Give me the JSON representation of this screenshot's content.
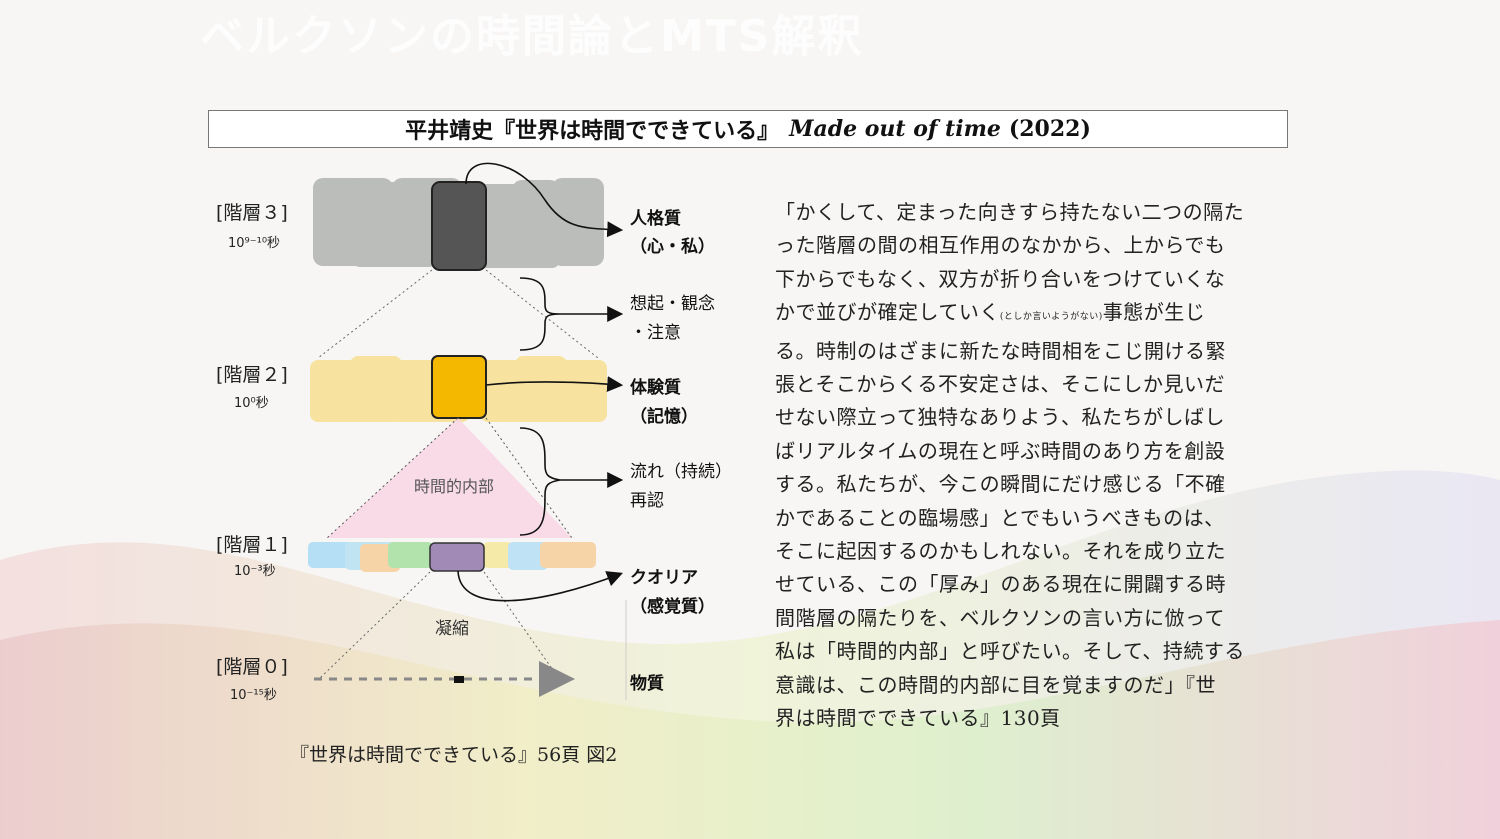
{
  "slide_title": "ベルクソンの時間論とMTS解釈",
  "book_title": {
    "jp": "平井靖史『世界は時間でできている』",
    "en": "Made out of time",
    "year": "(2022)"
  },
  "levels": [
    {
      "label": "[階層３]",
      "time": "10⁹⁻¹⁰秒"
    },
    {
      "label": "[階層２]",
      "time": "10⁰秒"
    },
    {
      "label": "[階層１]",
      "time": "10⁻³秒"
    },
    {
      "label": "[階層０]",
      "time": "10⁻¹⁵秒"
    }
  ],
  "labels": {
    "personality_1": "人格質",
    "personality_2": "（心・私）",
    "recall_1": "想起・観念",
    "recall_2": "・注意",
    "experience_1": "体験質",
    "experience_2": "（記憶）",
    "flow_1": "流れ（持続）",
    "flow_2": "再認",
    "qualia_1": "クオリア",
    "qualia_2": "（感覚質）",
    "matter": "物質",
    "temporal_inside": "時間的内部",
    "condensation": "凝縮"
  },
  "colors": {
    "level3_band": "#a8aaa8",
    "level3_core": "#555555",
    "level2_band": "#f7d35a",
    "level2_core": "#f5b800",
    "cone": "#f8d6e4",
    "level1_core": "#a18ab6"
  },
  "quote": {
    "part1": "「かくして、定まった向きすら持たない二つの隔た\nった階層の間の相互作用のなかから、上からでも\n下からでもなく、双方が折り合いをつけていくな\nかで並びが確定していく",
    "note": "(としか言いようがない)",
    "part2": "事態が生じ\nる。時制のはざまに新たな時間相をこじ開ける緊\n張とそこからくる不安定さは、そこにしか見いだ\nせない際立って独特なありよう、私たちがしばし\nばリアルタイムの現在と呼ぶ時間のあり方を創設\nする。私たちが、今この瞬間にだけ感じる「不確\nかであることの臨場感」とでもいうべきものは、\nそこに起因するのかもしれない。それを成り立た\nせている、この「厚み」のある現在に開闢する時\n間階層の隔たりを、ベルクソンの言い方に倣って\n私は「時間的内部」と呼びたい。そして、持続する\n意識は、この時間的内部に目を覚ますのだ」『世\n界は時間でできている』130頁"
  },
  "caption": "『世界は時間でできている』56頁 図2"
}
